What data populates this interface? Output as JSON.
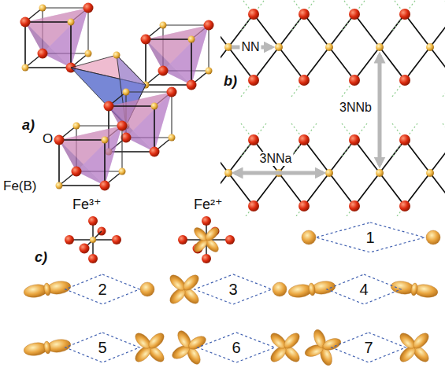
{
  "diagram": {
    "nodes": [
      {
        "text": [
          "1"
        ]
      },
      {
        "text": [
          "2"
        ]
      },
      {
        "text": [
          "3"
        ]
      },
      {
        "text": [
          "4"
        ]
      },
      {
        "text": [
          "5"
        ]
      },
      {
        "text": [
          "6"
        ]
      },
      {
        "text": [
          "7"
        ]
      }
    ],
    "labels": [
      "a)",
      "O",
      "Fe(B)",
      "b)",
      "NN",
      "3NNa",
      "3NNb",
      "Fe³⁺",
      "Fe²⁺",
      "c)"
    ]
  }
}
